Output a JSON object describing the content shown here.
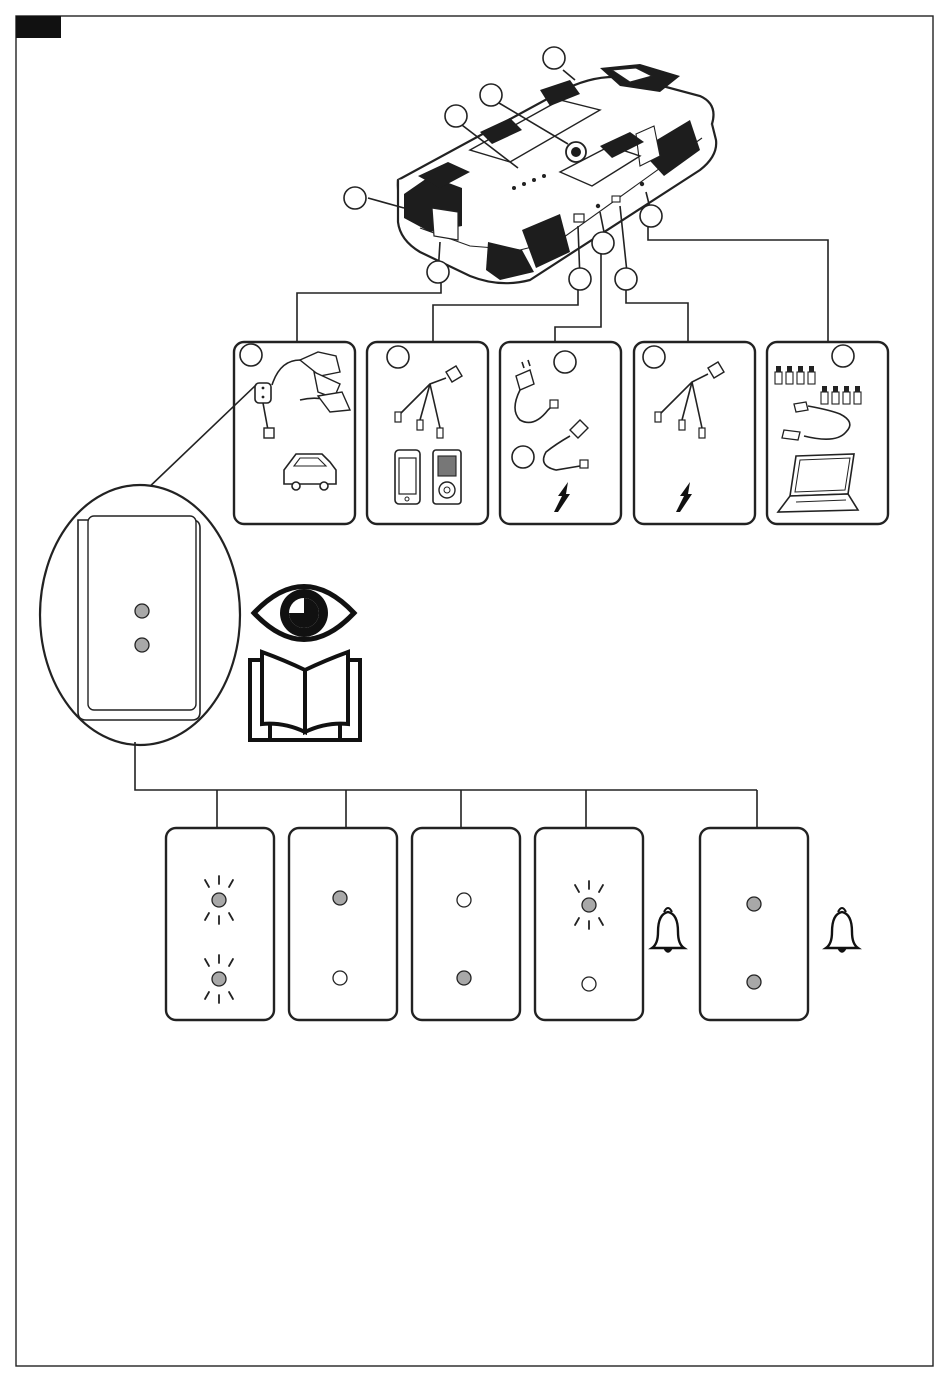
{
  "page": {
    "corner_tab_color": "#111111",
    "line_color": "#222222",
    "led_fill_color": "#a8a8a8",
    "background": "#ffffff"
  },
  "device": {
    "callouts": [
      "",
      "",
      "",
      "",
      "",
      "",
      "",
      "",
      ""
    ]
  },
  "accessory_panels": [
    {
      "callout": "",
      "icons": [
        "jumper-clamps-icon",
        "car-icon"
      ]
    },
    {
      "callout": "",
      "icons": [
        "usb-splitter-cable-icon",
        "smartphone-icon",
        "media-player-icon"
      ]
    },
    {
      "callout": "",
      "secondary_callout": "",
      "icons": [
        "wall-charger-icon",
        "car-charger-cable-icon",
        "charging-bolt-icon"
      ]
    },
    {
      "callout": "",
      "icons": [
        "usb-splitter-cable-icon",
        "charging-bolt-icon"
      ]
    },
    {
      "callout": "",
      "icons": [
        "laptop-adapter-tips-icon",
        "laptop-cable-icon",
        "laptop-icon"
      ]
    }
  ],
  "zoom_detail": {
    "icons": [
      "led-panel-icon",
      "eye-icon",
      "manual-book-icon"
    ],
    "leds": [
      "on",
      "on"
    ]
  },
  "status_panels": [
    {
      "top_led": "blinking",
      "bottom_led": "blinking",
      "alarm": false
    },
    {
      "top_led": "on",
      "bottom_led": "off",
      "alarm": false
    },
    {
      "top_led": "off",
      "bottom_led": "on",
      "alarm": false
    },
    {
      "top_led": "blinking",
      "bottom_led": "off",
      "alarm": true
    },
    {
      "top_led": "on",
      "bottom_led": "on",
      "alarm": true
    }
  ]
}
